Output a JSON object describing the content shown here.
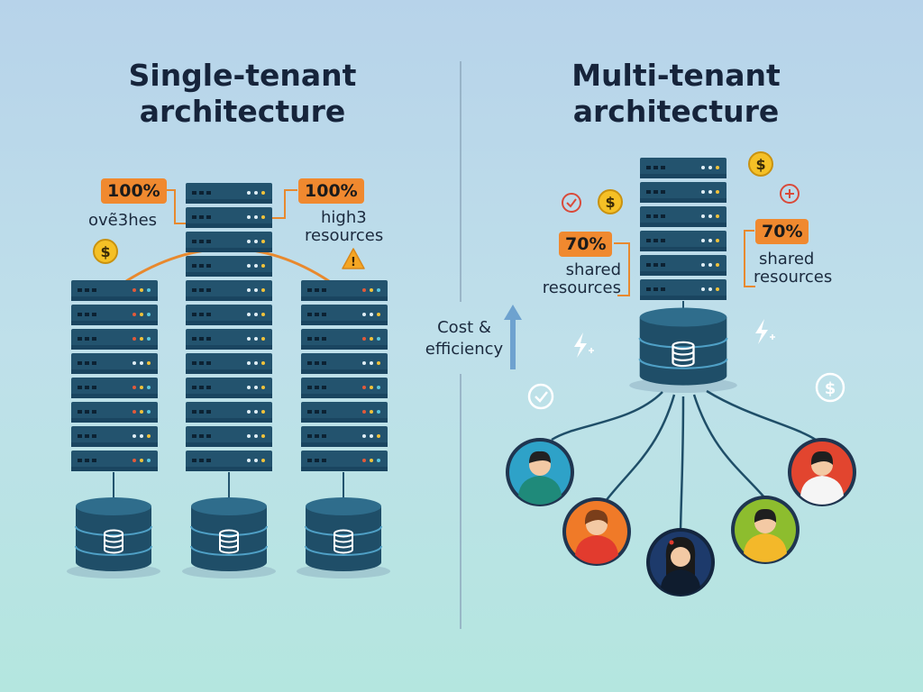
{
  "single": {
    "title_line1": "Single-tenant",
    "title_line2": "architecture",
    "left_badge": "100%",
    "left_caption": "ovẽ3hes",
    "right_badge": "100%",
    "right_caption_line1": "high3",
    "right_caption_line2": "resources"
  },
  "multi": {
    "title_line1": "Multi-tenant",
    "title_line2": "architecture",
    "left_badge": "70%",
    "left_caption_line1": "shared",
    "left_caption_line2": "resources",
    "right_badge": "70%",
    "right_caption_line1": "shared",
    "right_caption_line2": "resources"
  },
  "divider_label": {
    "line1": "Cost &",
    "line2": "efficiency"
  },
  "icons": [
    "dollar-coin-icon",
    "warning-icon",
    "check-icon",
    "plus-icon",
    "lightning-icon",
    "database-icon",
    "user-avatar-icon",
    "up-arrow-icon"
  ],
  "colors": {
    "server": "#23536e",
    "server_dark": "#163a50",
    "accent_orange": "#f0892f",
    "coin_yellow": "#f5c026",
    "arrow_blue": "#6ea2cf",
    "avatar_bg": [
      "#2ea2c8",
      "#f07a28",
      "#1d3a6b",
      "#8dbd2e",
      "#e2452f"
    ]
  }
}
